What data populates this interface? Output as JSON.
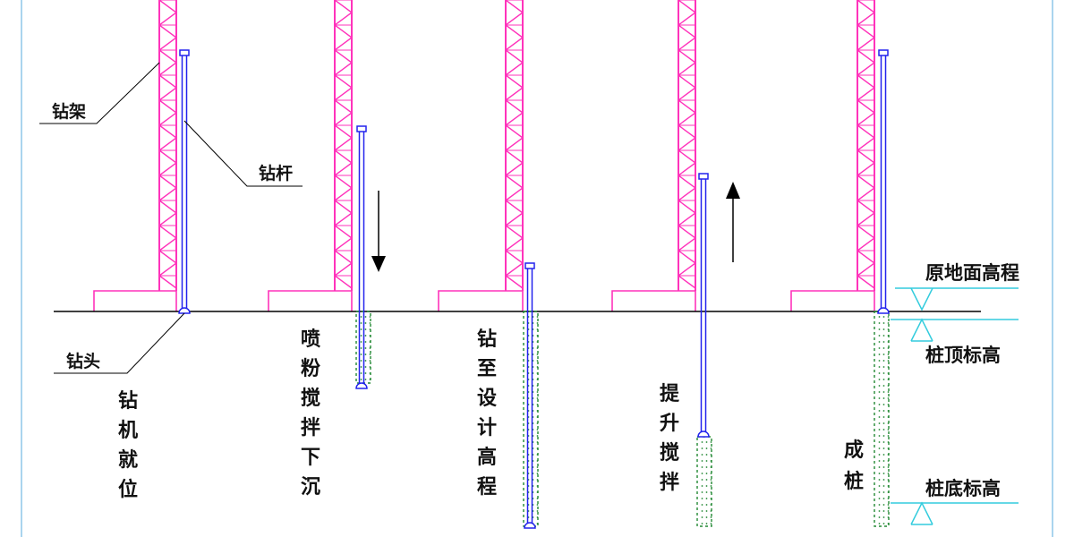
{
  "colors": {
    "tower": "#ff33bb",
    "rod": "#2222ee",
    "ground": "#000000",
    "level_marker": "#33ccdd",
    "soil": "#228833",
    "border": "#aad4ee"
  },
  "callouts": {
    "frame": "钻架",
    "rod": "钻杆",
    "head": "钻头"
  },
  "steps": [
    {
      "id": "rig-in-position",
      "chars": [
        "钻",
        "机",
        "就",
        "位"
      ],
      "arrow": ""
    },
    {
      "id": "spray-mix-sink",
      "chars": [
        "喷",
        "粉",
        "搅",
        "拌",
        "下",
        "沉"
      ],
      "arrow": "down"
    },
    {
      "id": "reach-design-elevation",
      "chars": [
        "钻",
        "至",
        "设",
        "计",
        "高",
        "程"
      ],
      "arrow": ""
    },
    {
      "id": "lift-and-mix",
      "chars": [
        "提",
        "升",
        "搅",
        "拌"
      ],
      "arrow": "up"
    },
    {
      "id": "pile-formed",
      "chars": [
        "成",
        "桩"
      ],
      "arrow": ""
    }
  ],
  "levels": {
    "ground": "原地面高程",
    "pile_top": "桩顶标高",
    "pile_bottom": "桩底标高"
  }
}
